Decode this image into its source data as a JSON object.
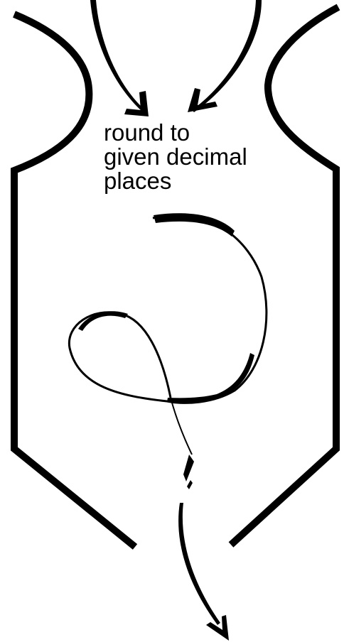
{
  "block": {
    "label_lines": [
      "round to",
      "given decimal",
      "places"
    ]
  },
  "colors": {
    "ink": "#000000",
    "background": "#ffffff"
  }
}
